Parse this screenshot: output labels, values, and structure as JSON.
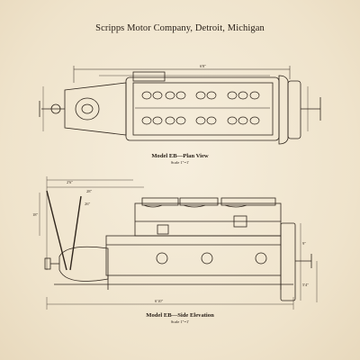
{
  "document": {
    "title": "Scripps Motor Company, Detroit, Michigan",
    "plan_view": {
      "caption": "Model EB—Plan View",
      "scale": "Scale 1″=1′",
      "dimensions": [
        "6'8″"
      ]
    },
    "side_elevation": {
      "caption": "Model EB—Side Elevation",
      "scale": "Scale 1″=1′",
      "dimensions": [
        "2'6″",
        "28″",
        "26″",
        "18″",
        "9″",
        "5'4″",
        "6'10″"
      ]
    }
  }
}
